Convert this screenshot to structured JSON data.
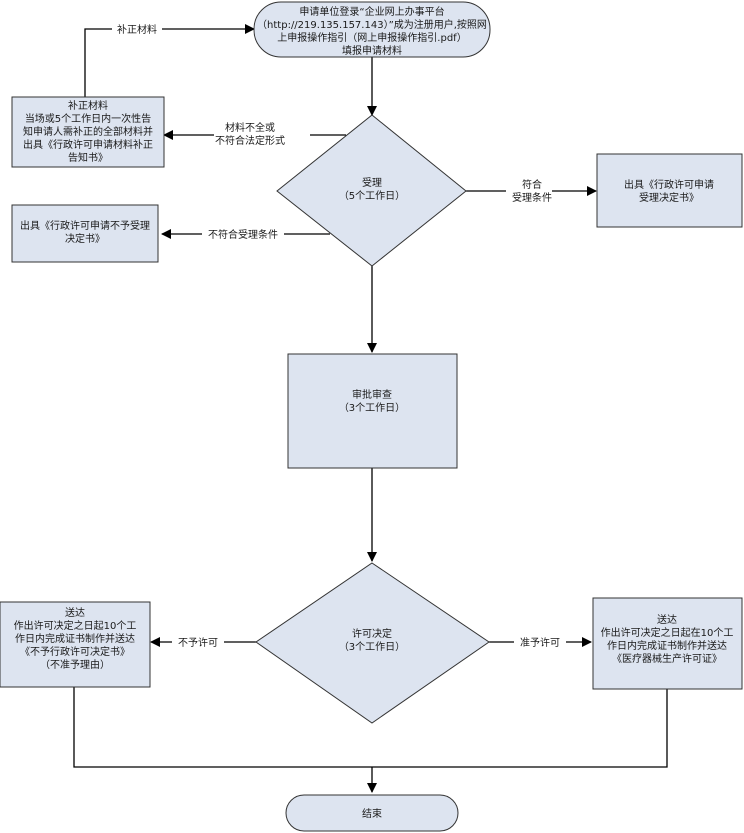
{
  "nodes": {
    "start": {
      "lines": [
        "申请单位登录“企业网上办事平台",
        "（http://219.135.157.143）”成为注册用户,按照网",
        "上申报操作指引（网上申报操作指引.pdf）",
        "填报申请材料"
      ]
    },
    "supplement": {
      "lines": [
        "补正材料",
        "当场或5个工作日内一次性告",
        "知申请人需补正的全部材料并",
        "出具《行政许可申请材料补正",
        "告知书》"
      ]
    },
    "accept": {
      "lines": [
        "受理",
        "（5个工作日）"
      ]
    },
    "accept_decision": {
      "lines": [
        "出具《行政许可申请",
        "受理决定书》"
      ]
    },
    "reject_notice": {
      "lines": [
        "出具《行政许可申请不予受理",
        "决定书》"
      ]
    },
    "review": {
      "lines": [
        "审批审查",
        "（3个工作日）"
      ]
    },
    "decision": {
      "lines": [
        "许可决定",
        "（3个工作日）"
      ]
    },
    "deny": {
      "lines": [
        "送达",
        "作出许可决定之日起10个工",
        "作日内完成证书制作并送达",
        "《不予行政许可决定书》",
        "（不准予理由）"
      ]
    },
    "grant": {
      "lines": [
        "送达",
        "作出许可决定之日起在10个工",
        "作日内完成证书制作并送达",
        "《医疗器械生产许可证》"
      ]
    },
    "end": {
      "lines": [
        "结束"
      ]
    }
  },
  "edges": {
    "resubmit": {
      "lines": [
        "补正材料"
      ]
    },
    "incomplete": {
      "lines": [
        "材料不全或",
        "不符合法定形式"
      ]
    },
    "eligible": {
      "lines": [
        "符合",
        "受理条件"
      ]
    },
    "ineligible": {
      "lines": [
        "不符合受理条件"
      ]
    },
    "denied": {
      "lines": [
        "不予许可"
      ]
    },
    "granted": {
      "lines": [
        "准予许可"
      ]
    }
  },
  "colors": {
    "fill": "#dde4f0",
    "stroke": "#333333",
    "line": "#000000"
  }
}
